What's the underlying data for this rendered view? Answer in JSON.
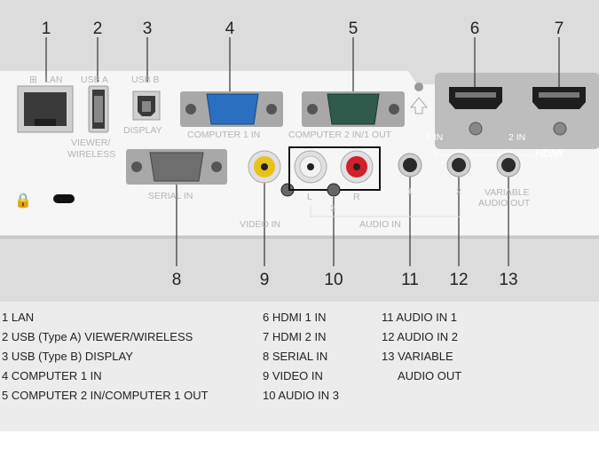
{
  "callouts": [
    "1",
    "2",
    "3",
    "4",
    "5",
    "6",
    "7",
    "8",
    "9",
    "10",
    "11",
    "12",
    "13"
  ],
  "panel_labels": {
    "lan": "LAN",
    "usb_a": "USB A",
    "usb_b": "USB B",
    "viewer": "VIEWER/",
    "wireless": "WIRELESS",
    "display": "DISPLAY",
    "computer1": "COMPUTER 1 IN",
    "computer2": "COMPUTER 2 IN/1 OUT",
    "hdmi_1in": "1 IN",
    "hdmi_2in": "2 IN",
    "hdmi_logo": "HDMI",
    "serial": "SERIAL IN",
    "video": "VIDEO IN",
    "audio_l": "L",
    "audio_3": "3",
    "audio_r": "R",
    "audio_in": "AUDIO IN",
    "audio_1": "1",
    "audio_2": "2",
    "variable": "VARIABLE",
    "audio_out": "AUDIO OUT"
  },
  "legend": {
    "col1": [
      "1 LAN",
      "2 USB (Type A) VIEWER/WIRELESS",
      "3 USB (Type B) DISPLAY",
      "4 COMPUTER 1 IN",
      "5 COMPUTER 2 IN/COMPUTER 1 OUT"
    ],
    "col2": [
      "6 HDMI 1 IN",
      "7 HDMI 2 IN",
      "8 SERIAL IN",
      "9 VIDEO IN",
      "10 AUDIO IN 3"
    ],
    "col3": [
      "11 AUDIO IN 1",
      "12 AUDIO IN 2",
      "13 VARIABLE",
      "AUDIO OUT"
    ]
  },
  "colors": {
    "vga_blue": "#2a6fc0",
    "vga_green": "#2f5a4c",
    "video_yellow": "#e8c21a",
    "audio_white": "#f2f2f2",
    "audio_red": "#d2202a",
    "audio_black": "#2a2a2a"
  }
}
